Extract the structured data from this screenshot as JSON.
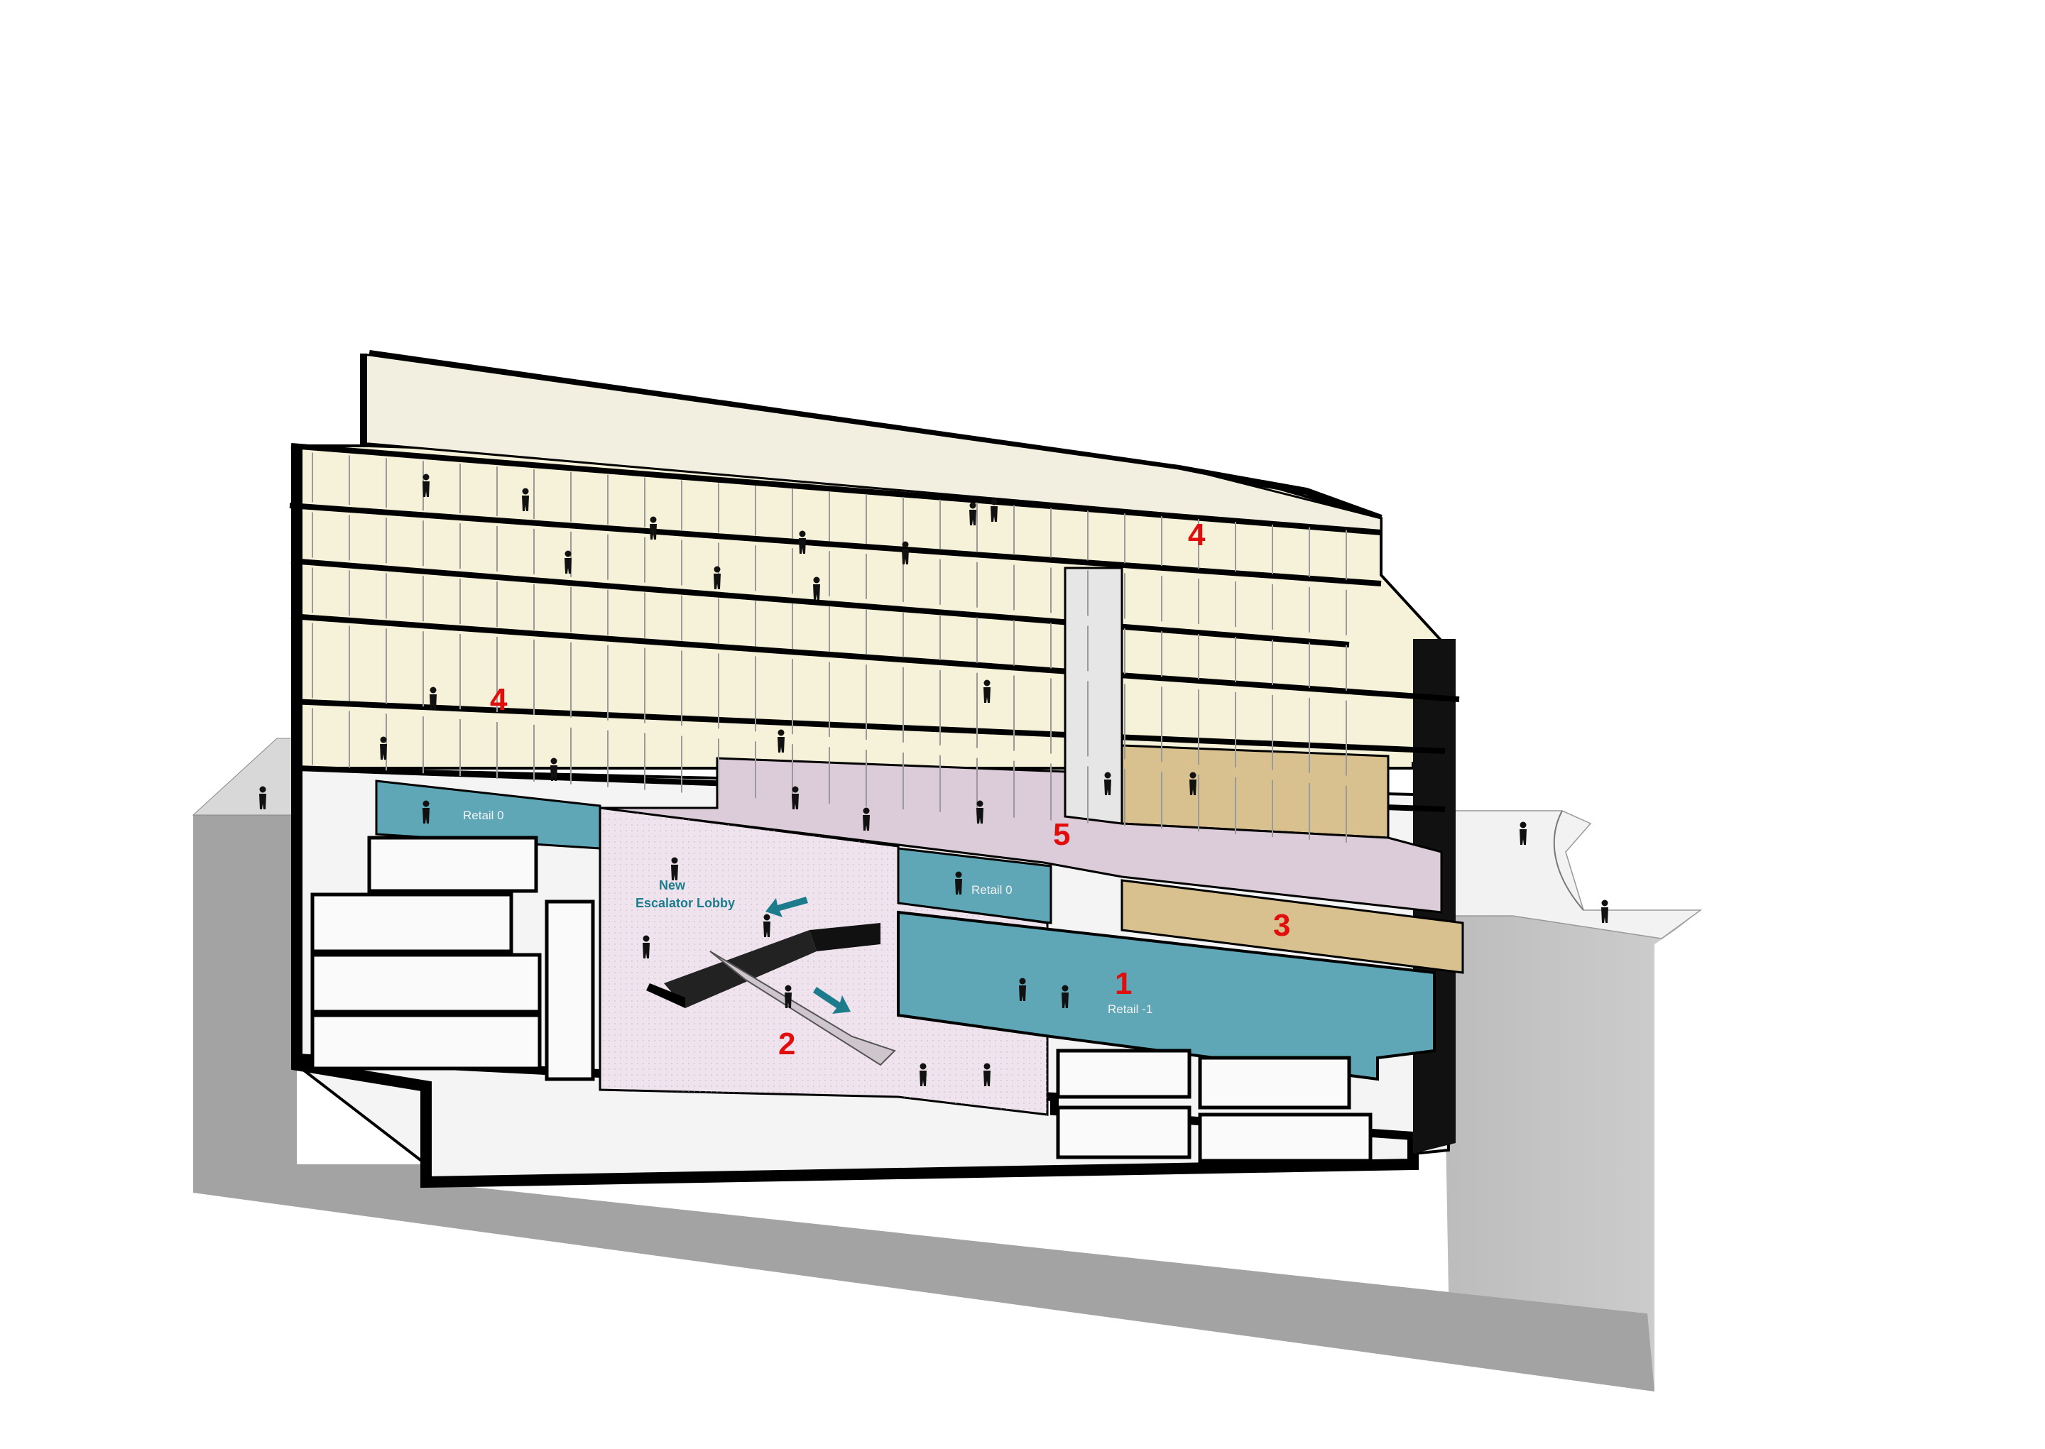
{
  "zones": [
    {
      "id": "retail-0-left",
      "label": "Retail 0",
      "color": "#5fa7b6"
    },
    {
      "id": "retail-0-right",
      "label": "Retail 0",
      "color": "#5fa7b6"
    },
    {
      "id": "retail-minus-1",
      "label": "Retail -1",
      "color": "#5fa7b6"
    },
    {
      "id": "escalator-lobby",
      "label": "New\nEscalator Lobby",
      "color": "#efe4ee"
    },
    {
      "id": "upper-gallery",
      "label": "",
      "color": "#dccbd8"
    },
    {
      "id": "office-floors",
      "label": "",
      "color": "#f6f1d9"
    },
    {
      "id": "tan-block",
      "label": "",
      "color": "#d9c08f"
    }
  ],
  "callouts": {
    "lobby_line1": "New",
    "lobby_line2": "Escalator Lobby"
  },
  "markers": [
    {
      "id": "m1",
      "text": "1"
    },
    {
      "id": "m2",
      "text": "2"
    },
    {
      "id": "m3",
      "text": "3"
    },
    {
      "id": "m4a",
      "text": "4"
    },
    {
      "id": "m4b",
      "text": "4"
    },
    {
      "id": "m5",
      "text": "5"
    }
  ],
  "colors": {
    "ground": "#a3a3a3",
    "structure": "#000000",
    "office": "#f6f1d9",
    "retail": "#5fa7b6",
    "lobby": "#efe4ee",
    "gallery": "#dccbd8",
    "tan": "#d9c08f",
    "marker": "#e10e0e",
    "arrow": "#1c7c8c"
  }
}
